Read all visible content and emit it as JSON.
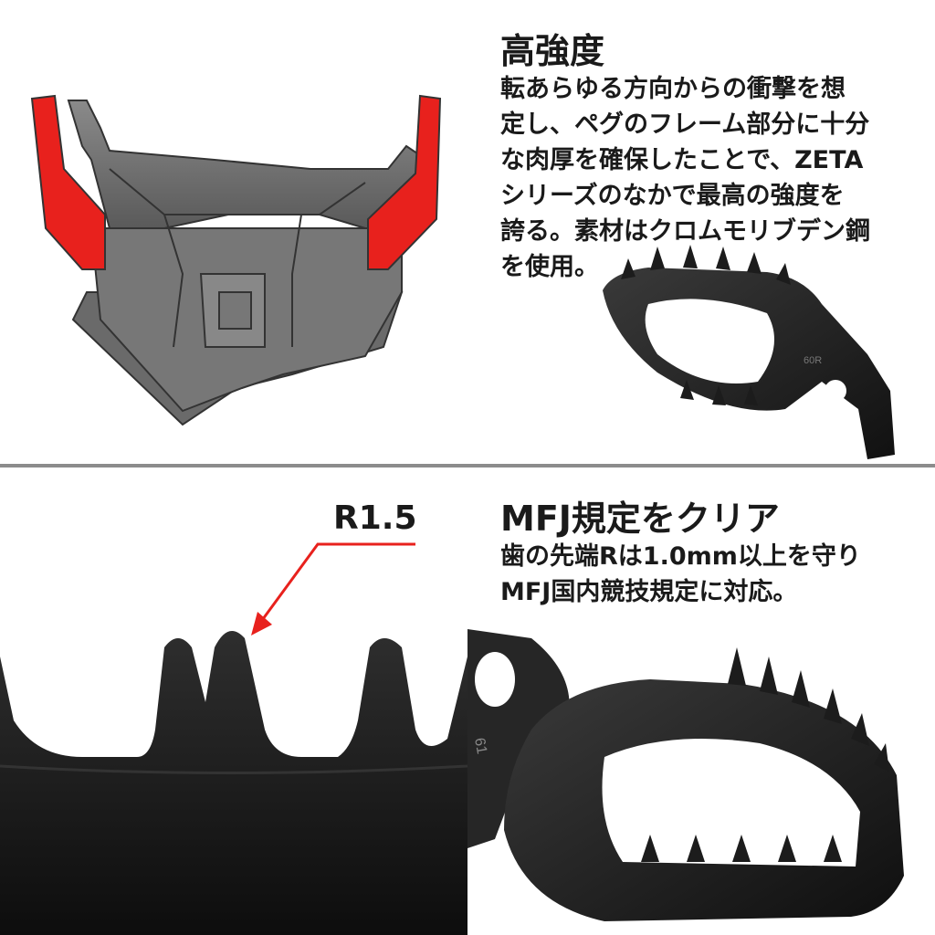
{
  "strength_section": {
    "title": "高強度",
    "lines": [
      "転あらゆる方向からの衝撃を想",
      "定し、ペグのフレーム部分に十分",
      "な肉厚を確保したことで、ZETA",
      "シリーズのなかで最高の強度を",
      "誇る。素材はクロムモリブデン鋼",
      "を使用。"
    ]
  },
  "mfj_section": {
    "title": "MFJ規定をクリア",
    "lines": [
      "歯の先端Rは1.0mm以上を守り",
      "MFJ国内競技規定に対応。"
    ]
  },
  "tooth_callout": {
    "label": "R1.5",
    "color": "#e8211d"
  },
  "peg_side_marking": "60R",
  "peg_front_marking": "61",
  "colors": {
    "accent_red": "#e8211d",
    "model_gray": "#6e6e6e",
    "metal_black": "#1c1c1c"
  }
}
